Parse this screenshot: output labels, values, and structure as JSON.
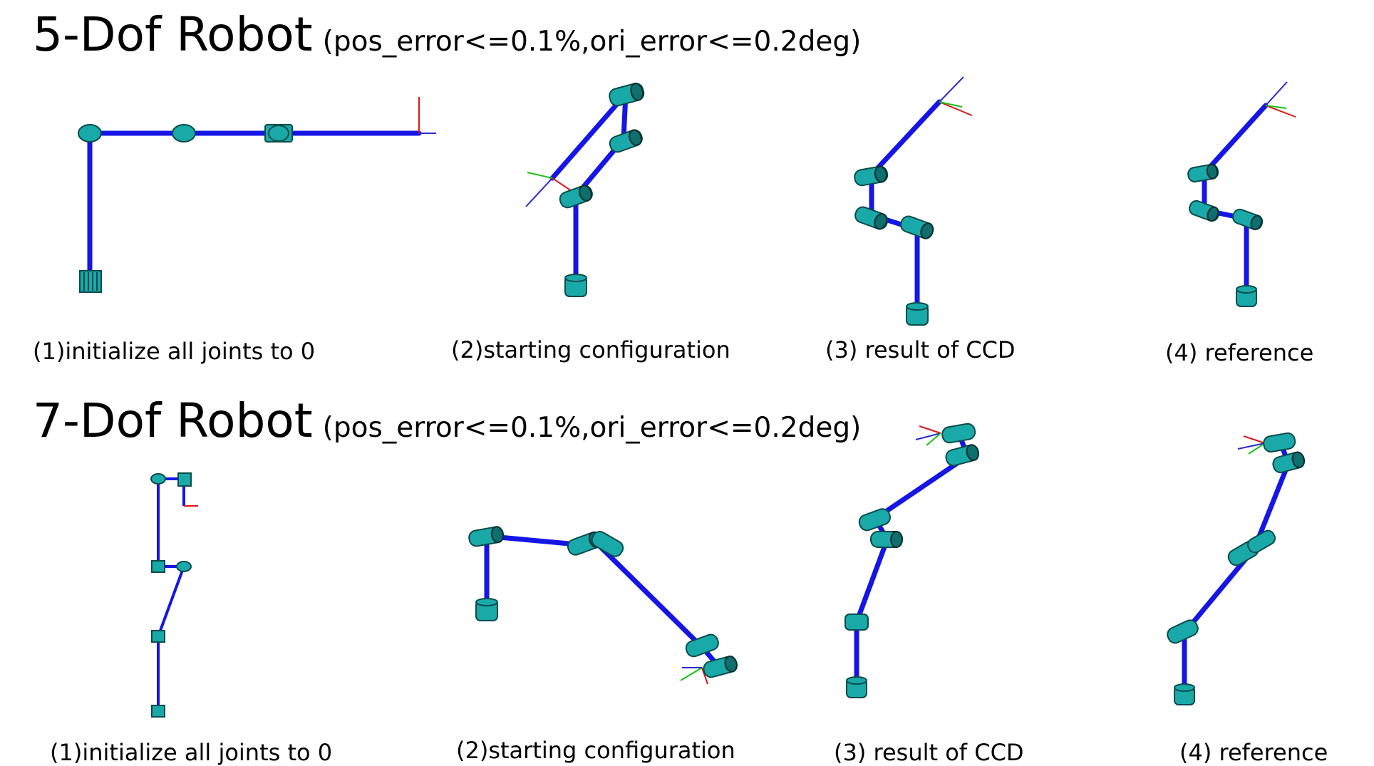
{
  "sections": [
    {
      "title": "5-Dof Robot",
      "constraint": "(pos_error<=0.1%,ori_error<=0.2deg)",
      "captions": [
        "(1)initialize all joints to 0",
        "(2)starting configuration",
        "(3) result of CCD",
        "(4) reference"
      ]
    },
    {
      "title": "7-Dof Robot",
      "constraint": "(pos_error<=0.1%,ori_error<=0.2deg)",
      "captions": [
        "(1)initialize all joints to 0",
        "(2)starting configuration",
        "(3) result of CCD",
        "(4) reference"
      ]
    }
  ],
  "colors": {
    "link": "#1515e6",
    "joint": "#1aa9a9",
    "joint_outline": "#0b4b4b",
    "axis_x": "#e01515",
    "axis_y": "#16c316",
    "axis_z": "#2a2ad0"
  }
}
